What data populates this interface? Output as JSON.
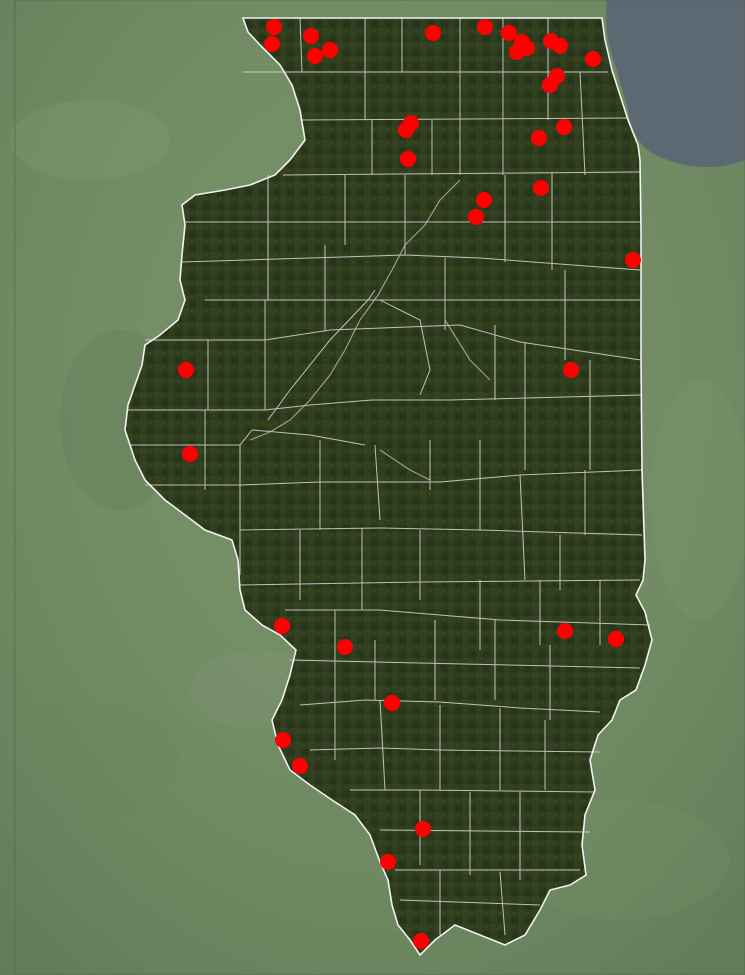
{
  "map": {
    "region": "Illinois",
    "basemap": "satellite-imagery",
    "outside_color": "#6f8a62",
    "state_fill": "#2f3c1d",
    "county_line_color": "#d8d8d8",
    "state_border_color": "#f2f2f2",
    "lake_color": "#5c6872",
    "marker_color": "#ff0000",
    "marker_icon": "red-circle-marker",
    "marker_count": 43
  }
}
